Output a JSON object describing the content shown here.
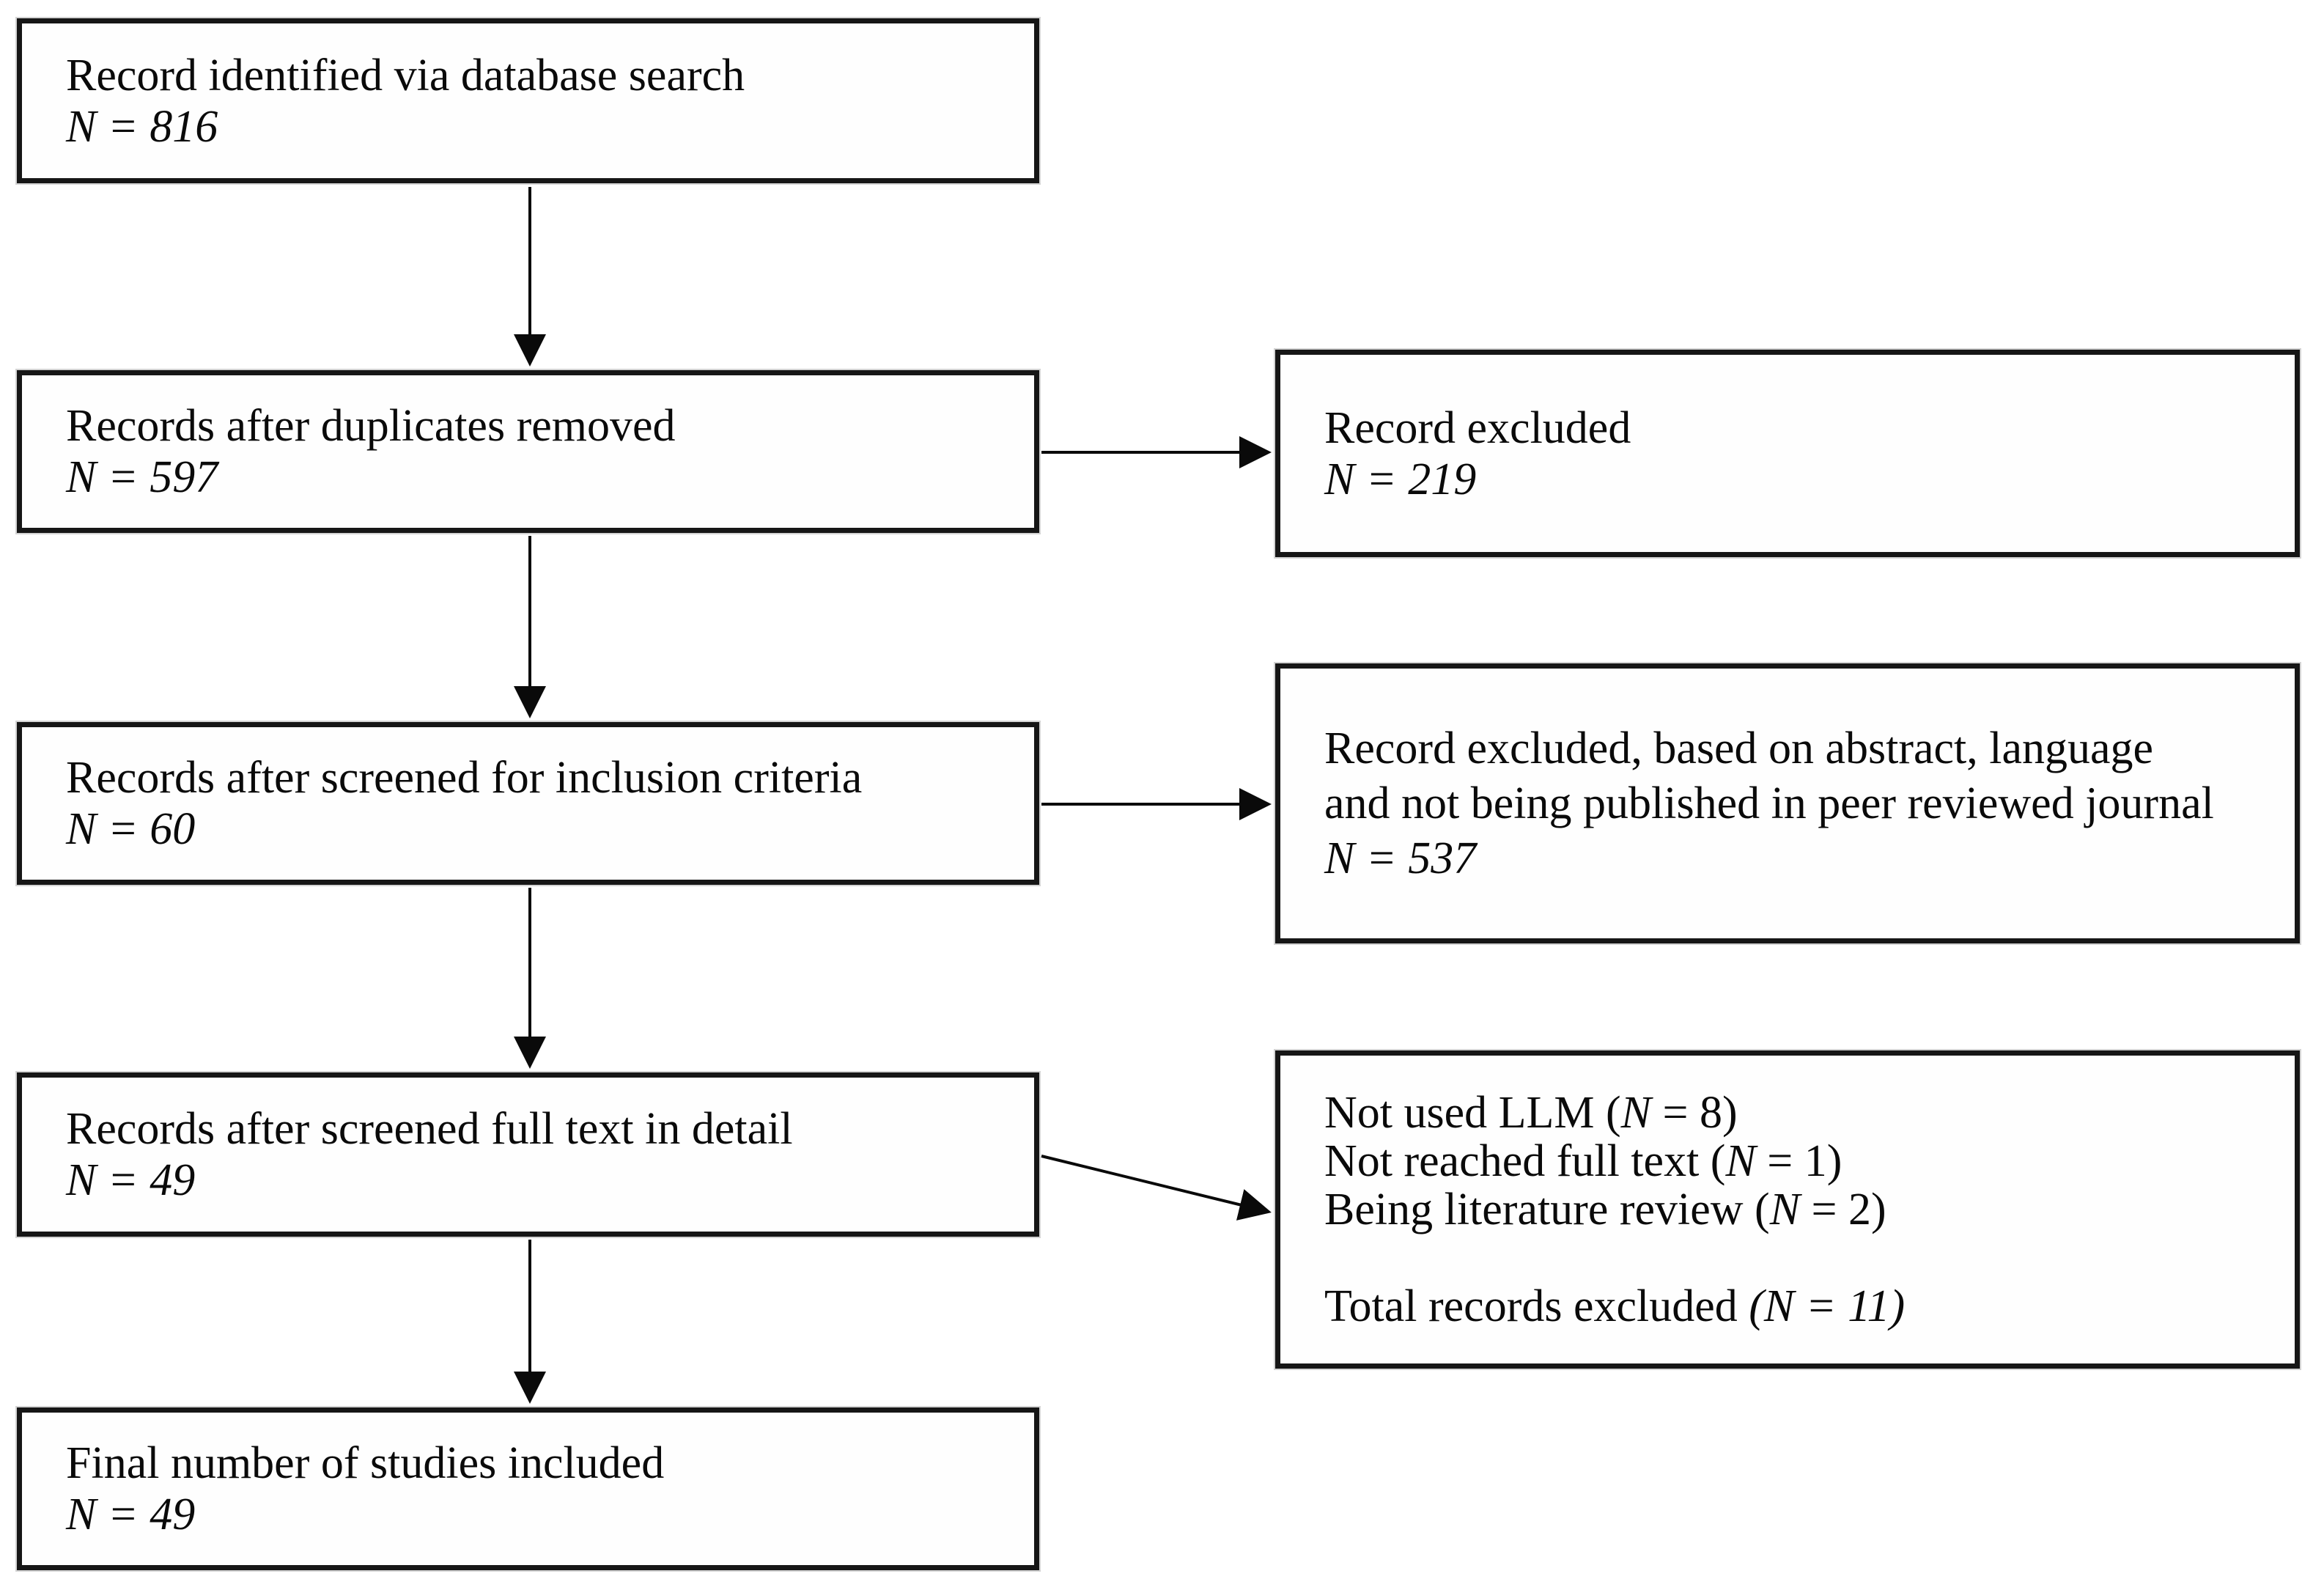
{
  "diagram": {
    "background_color": "#ffffff",
    "box_border_color": "#161616",
    "arrow_color": "#0a0a0a",
    "boxes": {
      "identified": {
        "label": "Record identified via database search",
        "count": "N = 816"
      },
      "deduplicated": {
        "label": "Records after duplicates removed",
        "count": "N = 597"
      },
      "inclusion_screened": {
        "label": "Records after screened for inclusion criteria",
        "count": "N = 60"
      },
      "fulltext_screened": {
        "label": "Records after screened full text in detail",
        "count": "N = 49"
      },
      "final_included": {
        "label": "Final number of studies included",
        "count": "N = 49"
      },
      "excluded_duplicates": {
        "label": "Record excluded",
        "count": "N = 219"
      },
      "excluded_abstract": {
        "label_line1": "Record excluded, based on abstract, language",
        "label_line2": "and not being published in peer reviewed journal",
        "count": "N = 537"
      },
      "excluded_fulltext": {
        "reason1_prefix": "Not used LLM (",
        "reason1_n": "N",
        "reason1_suffix": " = 8)",
        "reason2_prefix": "Not reached full text (",
        "reason2_n": "N",
        "reason2_suffix": " = 1)",
        "reason3_prefix": "Being literature review (",
        "reason3_n": "N",
        "reason3_suffix": " = 2)",
        "total_prefix": "Total records excluded ",
        "total_italic": "(N = 11)"
      }
    }
  }
}
